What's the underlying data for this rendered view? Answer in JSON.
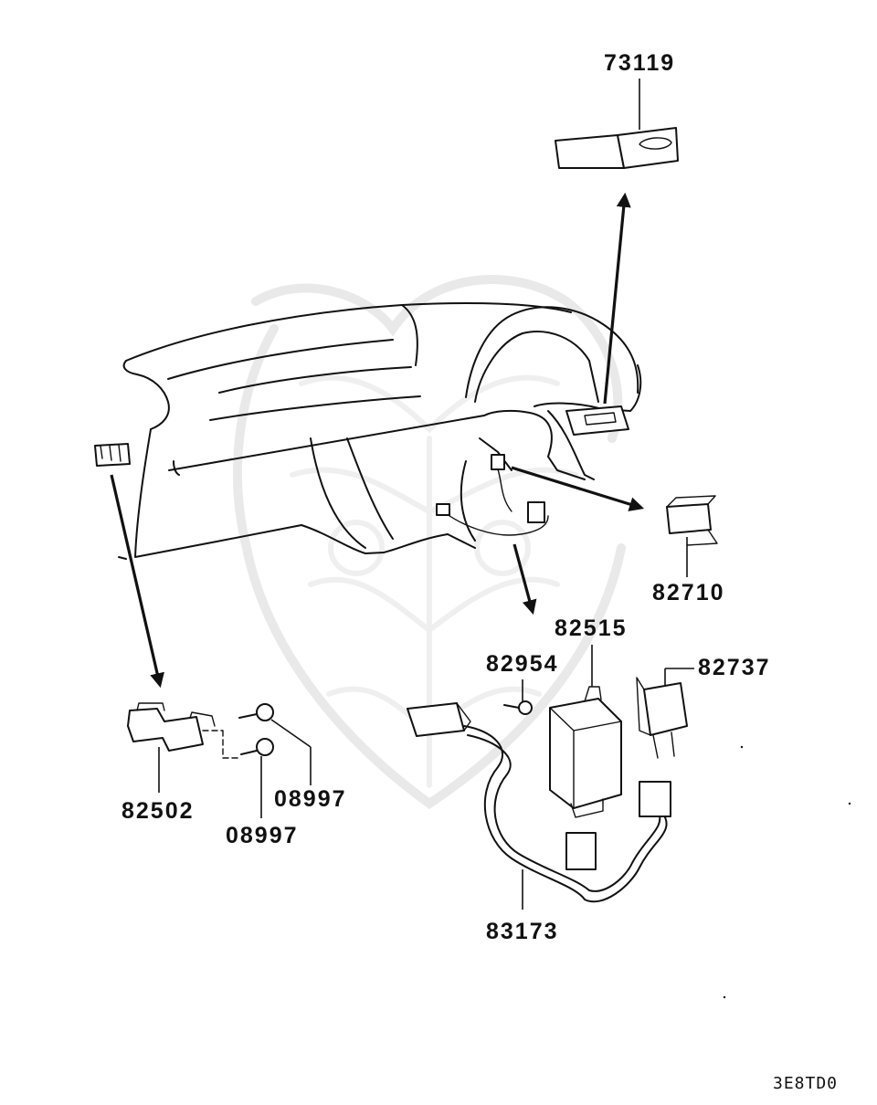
{
  "diagram": {
    "part_callouts": [
      {
        "id": "p73119",
        "number": "73119"
      },
      {
        "id": "p82710",
        "number": "82710"
      },
      {
        "id": "p82515",
        "number": "82515"
      },
      {
        "id": "p82954",
        "number": "82954"
      },
      {
        "id": "p82737",
        "number": "82737"
      },
      {
        "id": "p82502",
        "number": "82502"
      },
      {
        "id": "p08997a",
        "number": "08997"
      },
      {
        "id": "p08997b",
        "number": "08997"
      },
      {
        "id": "p83173",
        "number": "83173"
      }
    ],
    "drawing_code": "3E8TD0"
  }
}
